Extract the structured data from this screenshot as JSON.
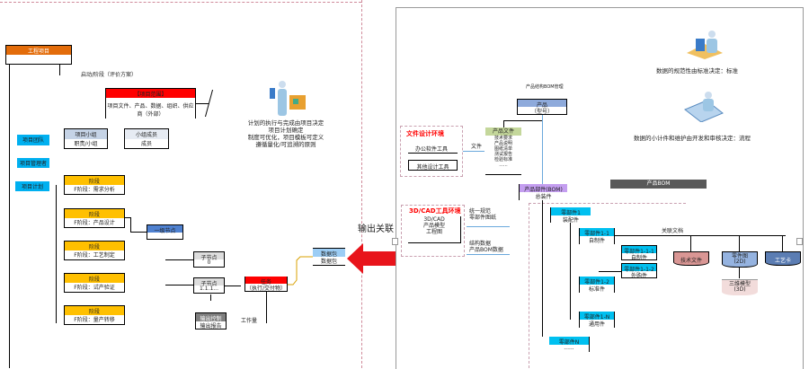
{
  "left": {
    "root": "工程项目",
    "root_note": "启动/阶段（评价方案）",
    "scope": {
      "title": "【项目范围】",
      "body": "项目文件、产品、数据、组织、供应商（外部）"
    },
    "team": "项目团队",
    "group": {
      "title": "项目小组",
      "body": "职责/小组"
    },
    "member": {
      "title": "小组成员",
      "body": "成员"
    },
    "manager": "项目管理者",
    "plan": "项目计划",
    "stages": [
      {
        "title": "阶段",
        "body": "F阶段：需求分析"
      },
      {
        "title": "阶段",
        "body": "F阶段：产品设计"
      },
      {
        "title": "阶段",
        "body": "F阶段：工艺制定"
      },
      {
        "title": "阶段",
        "body": "F阶段：试产验证"
      },
      {
        "title": "阶段",
        "body": "F阶段：量产转移"
      }
    ],
    "level1": "一级节点",
    "child1": {
      "title": "子节点",
      "body": "0"
    },
    "child2": {
      "title": "子节点",
      "body": "1.1.1..."
    },
    "output_ctrl": {
      "title": "输出控制",
      "body": "输出报告"
    },
    "task": {
      "title": "任务",
      "body": "（执行/交付物）"
    },
    "workload": "工作量",
    "package": {
      "title": "数据包",
      "body": "数据包"
    },
    "note": [
      "计划的执行与完成由项目决定",
      "项目计划确定",
      "制度可优化，项目模板可定义",
      "遵循量化/可追溯的原则"
    ]
  },
  "arrow_label": "输出关联",
  "arrow_color": "#e8141b",
  "right": {
    "doc_env": {
      "title": "文件设计环境",
      "item1": "办公软件工具",
      "item2": "其他设计工具"
    },
    "cad_env": {
      "title": "3D/CAD工具环境",
      "lines": [
        "3D/CAD",
        "产品模型",
        "工程图"
      ]
    },
    "arrow1_label": "文件",
    "arrow2_label": [
      "统一规范",
      "零部件图纸"
    ],
    "arrow3_label": [
      "结构数据",
      "产品BOM数据"
    ],
    "product_caption": "产品结构BOM管理",
    "product": {
      "title": "产品",
      "body": "（型号）"
    },
    "product_docs": {
      "title": "产品文件",
      "items": [
        "技术要求",
        "产品说明",
        "图纸清单",
        "测试报告",
        "检验标准",
        "......"
      ]
    },
    "assembly": {
      "title": "产品部件(BOM)",
      "body": "总装件"
    },
    "bom": "产品BOM",
    "parts": [
      {
        "title": "零部件1",
        "body": "装配件"
      },
      {
        "title": "零部件1-1",
        "body": "自制件"
      },
      {
        "title": "零部件1-1-1",
        "body": "自制件"
      },
      {
        "title": "零部件1-1-2",
        "body": "外购件"
      },
      {
        "title": "零部件1-2",
        "body": "标准件"
      },
      {
        "title": "零部件1-N",
        "body": "通用件"
      },
      {
        "title": "零部件N",
        "body": "......"
      }
    ],
    "relation_label": "关联文档",
    "docs": [
      {
        "title": "技术文件"
      },
      {
        "title": "零件图",
        "sub": "(2D)"
      },
      {
        "title": "工艺卡"
      },
      {
        "title": "三维模型",
        "sub": "(3D)"
      }
    ],
    "note1": "数据的规范性由标准决定：标准",
    "note2": "数据的小计件和维护由开发和审核决定：流程"
  }
}
